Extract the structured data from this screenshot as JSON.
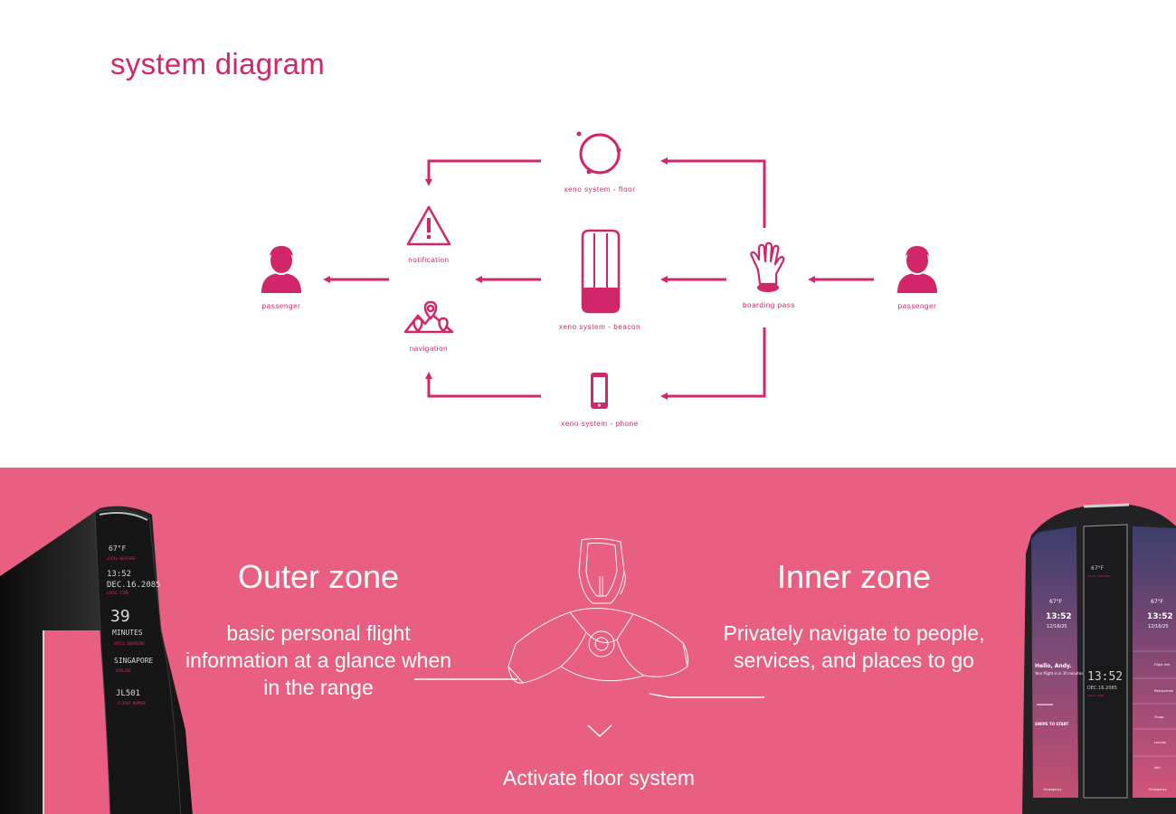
{
  "title": "system diagram",
  "nodes": {
    "floor": "xeno system - floor",
    "notification": "notification",
    "passenger_left": "passenger",
    "navigation": "navigation",
    "beacon": "xeno system - beacon",
    "boarding_pass": "boarding pass",
    "passenger_right": "passenger",
    "phone": "xeno system - phone"
  },
  "outer_zone": {
    "title": "Outer zone",
    "description": "basic personal flight information at a glance when in the range"
  },
  "inner_zone": {
    "title": "Inner zone",
    "description": "Privately navigate to people, services, and places to go"
  },
  "activate": "Activate floor system",
  "left_device_screen": {
    "weather": "67°F",
    "weather_caption": "LOCAL WEATHER",
    "time": "13:52",
    "date": "DEC.16.2085",
    "time_caption": "LOCAL TIME",
    "minutes": "39",
    "minutes_label": "MINUTES",
    "boarding_caption": "UNTIL BOARDING",
    "destination": "SINGAPORE",
    "airline": "AIRLINE",
    "flight": "JL501",
    "flight_caption": "FLIGHT NUMBER"
  },
  "right_device_screen": {
    "temp_left": "67°F",
    "time_left": "13:52",
    "date_left": "12/16/25",
    "greeting": "Hello, Andy.",
    "greeting_sub": "Your flight is in 30 minutes",
    "swipe": "SWIPE TO START",
    "emergency": "Emergency",
    "temp_center": "67°F",
    "center_caption": "LOCAL WEATHER",
    "time_center": "13:52",
    "date_center": "DEC.16.2085",
    "center_time_caption": "LOCAL TIME",
    "temp_right": "67°F",
    "time_right": "13:52",
    "date_right": "12/16/25",
    "menu": [
      "Flight info",
      "Restaurants",
      "Shops",
      "Lounge",
      "Wifi"
    ]
  },
  "colors": {
    "accent": "#d1276a",
    "band": "#e95f82"
  }
}
